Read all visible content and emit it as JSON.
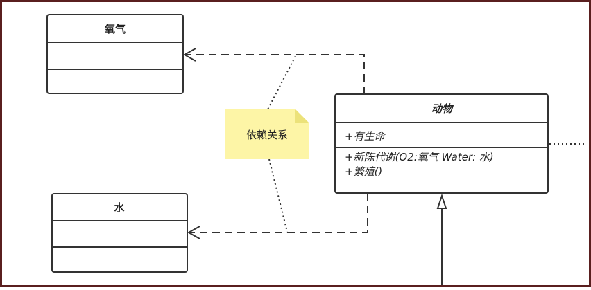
{
  "classes": {
    "oxygen": {
      "name": "氧气"
    },
    "water": {
      "name": "水"
    },
    "animal": {
      "name": "动物",
      "attributes": [
        "+有生命"
      ],
      "methods": [
        "+新陈代谢(O2:氧气  Water: 水)",
        "+繁殖()"
      ]
    }
  },
  "note": {
    "text": "依赖关系"
  },
  "colors": {
    "line": "#333333",
    "note_fill": "#fdf5a6",
    "note_fold": "#ece27a",
    "frame": "#5a1f1f"
  }
}
